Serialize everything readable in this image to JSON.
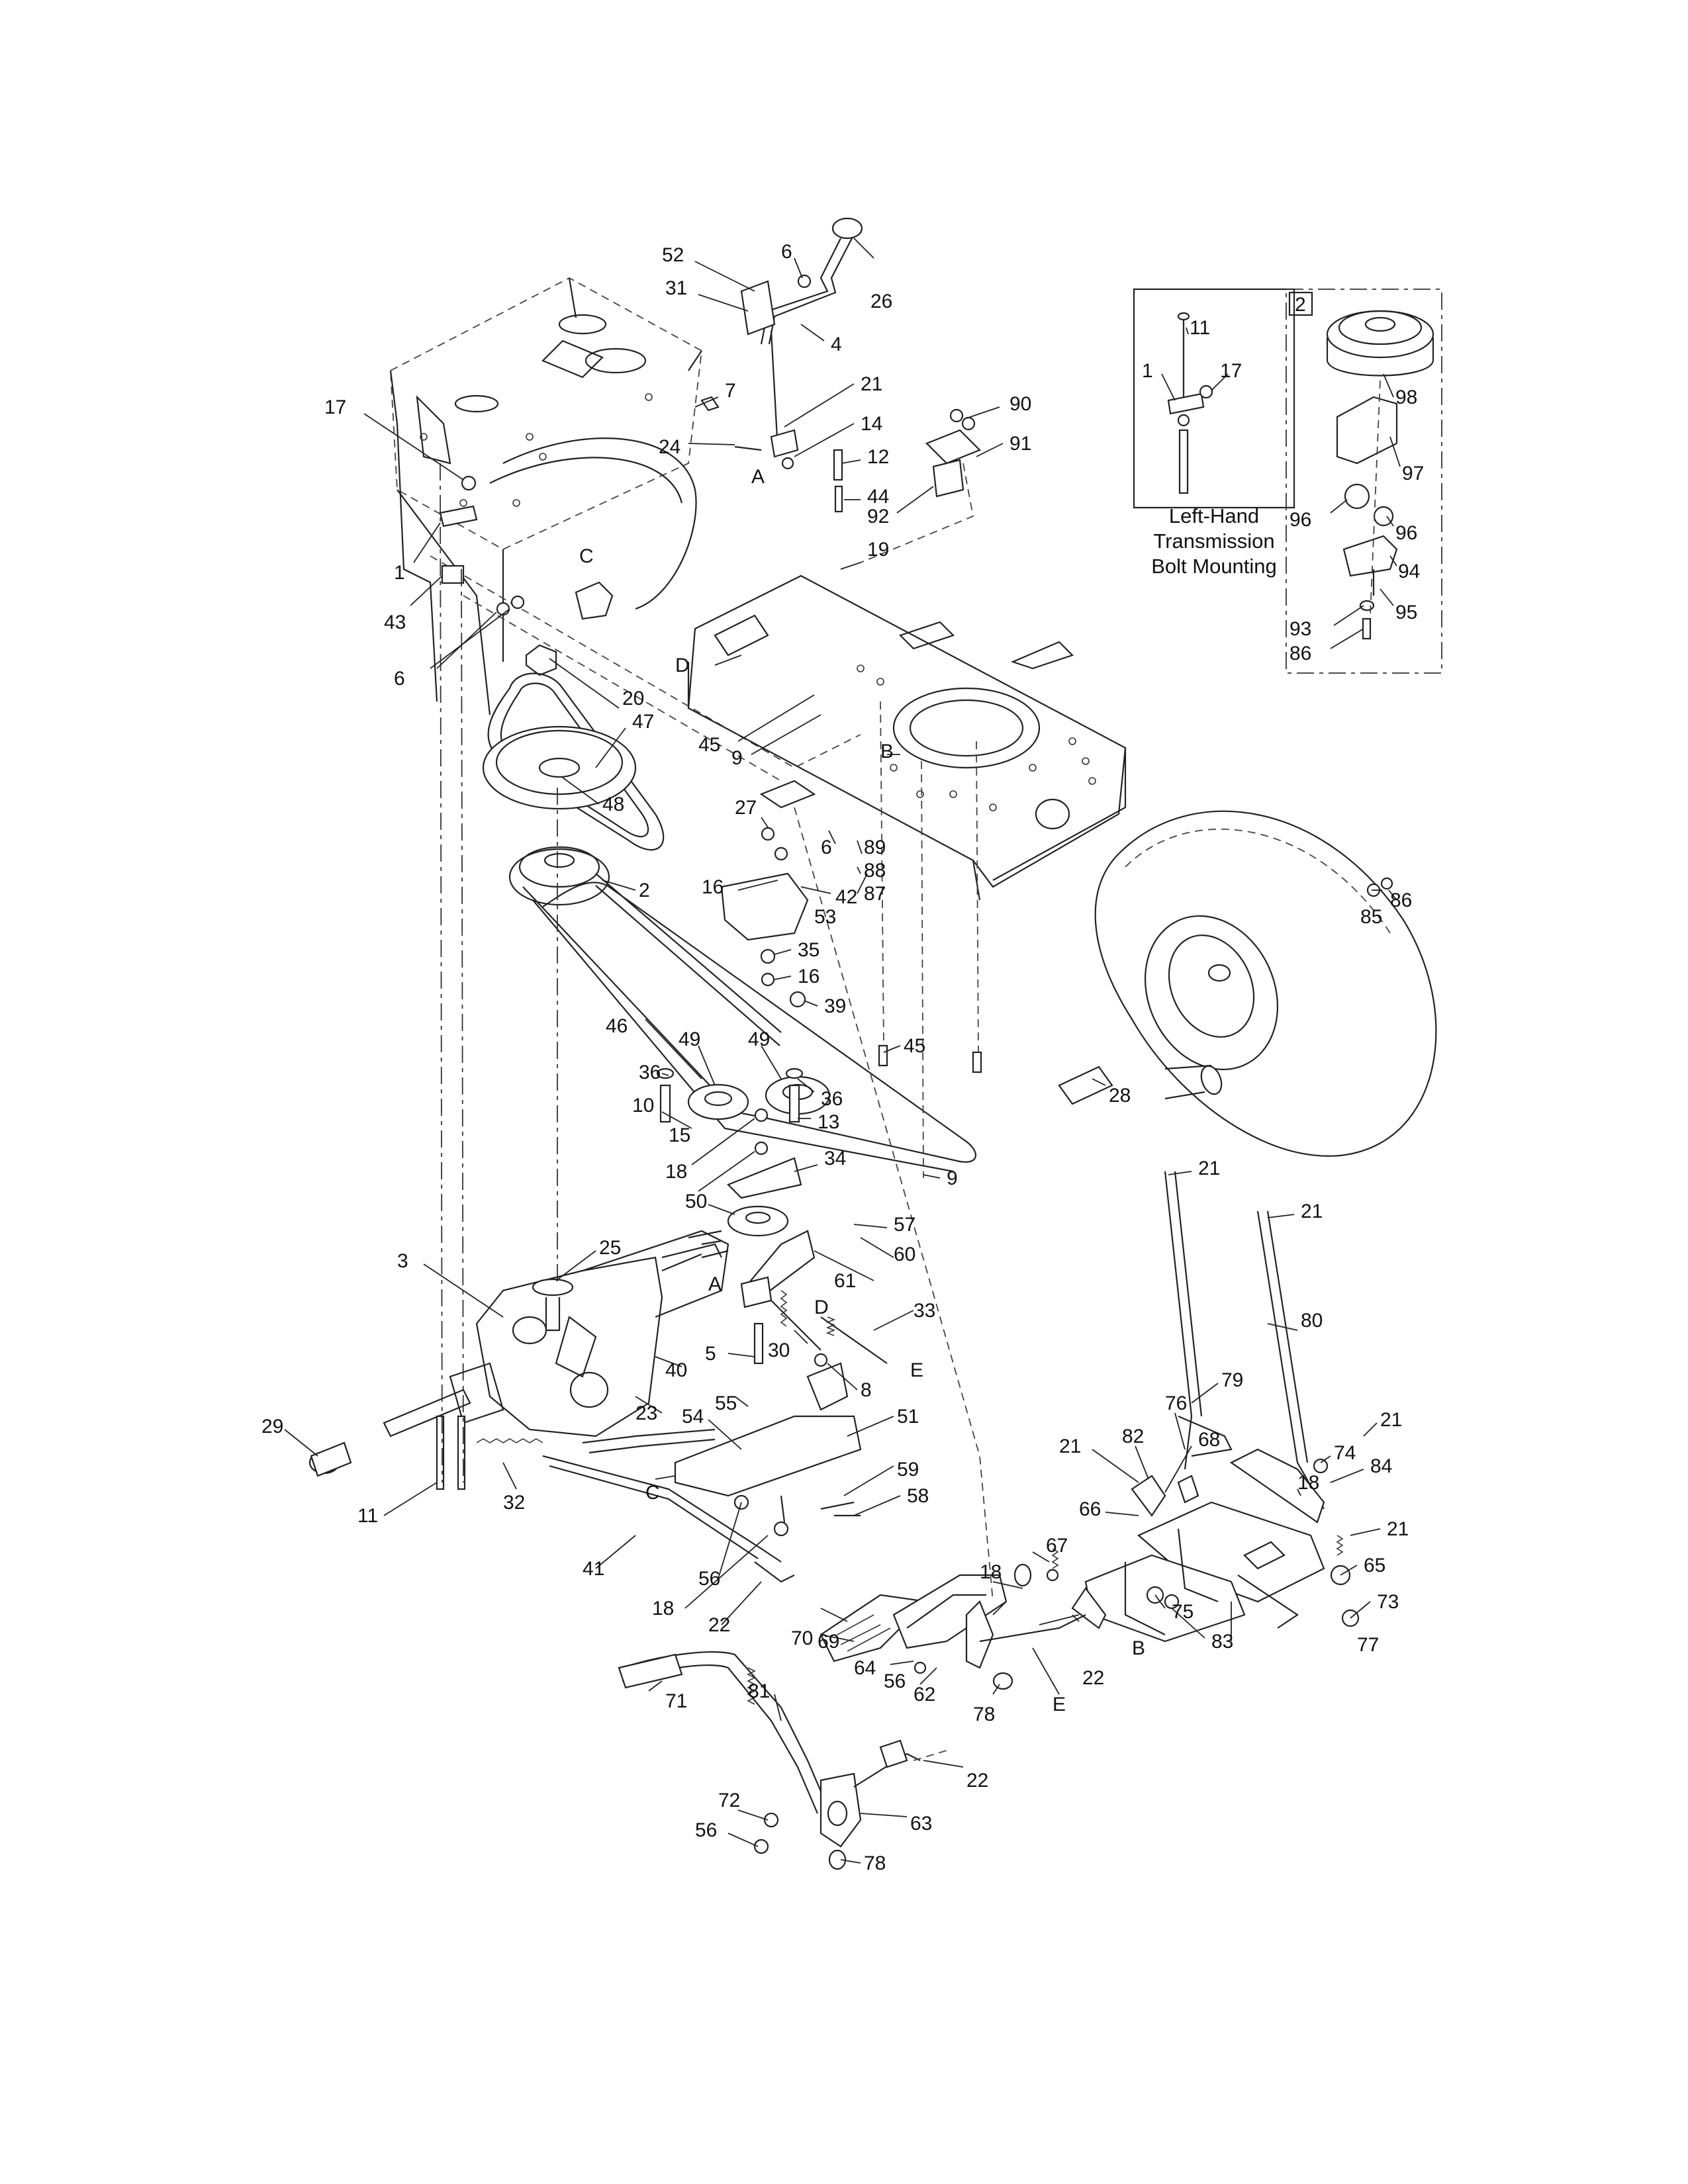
{
  "inset_left": {
    "caption_lines": [
      "Left-Hand",
      "Transmission",
      "Bolt Mounting"
    ],
    "labels": [
      "11",
      "1",
      "17"
    ]
  },
  "inset_right": {
    "box_number": "2",
    "labels": [
      "98",
      "97",
      "96",
      "96",
      "94",
      "95",
      "93",
      "86"
    ]
  },
  "main_labels": [
    "6",
    "26",
    "52",
    "31",
    "4",
    "21",
    "7",
    "14",
    "24",
    "A",
    "90",
    "91",
    "12",
    "44",
    "92",
    "17",
    "1",
    "43",
    "6",
    "C",
    "19",
    "D",
    "20",
    "47",
    "48",
    "45",
    "9",
    "B",
    "27",
    "6",
    "89",
    "88",
    "87",
    "16",
    "42",
    "53",
    "2",
    "35",
    "16",
    "39",
    "49",
    "49",
    "46",
    "45",
    "36",
    "10",
    "36",
    "15",
    "13",
    "18",
    "34",
    "9",
    "86",
    "85",
    "28",
    "50",
    "57",
    "60",
    "61",
    "3",
    "25",
    "A",
    "D",
    "33",
    "30",
    "5",
    "8",
    "E",
    "40",
    "55",
    "23",
    "54",
    "51",
    "29",
    "11",
    "32",
    "C",
    "59",
    "58",
    "41",
    "56",
    "18",
    "22",
    "21",
    "21",
    "80",
    "79",
    "74",
    "21",
    "76",
    "82",
    "84",
    "21",
    "68",
    "66",
    "18",
    "21",
    "67",
    "65",
    "18",
    "73",
    "77",
    "75",
    "83",
    "B",
    "70",
    "69",
    "64",
    "56",
    "62",
    "22",
    "78",
    "E",
    "71",
    "81",
    "22",
    "72",
    "56",
    "63",
    "78"
  ]
}
